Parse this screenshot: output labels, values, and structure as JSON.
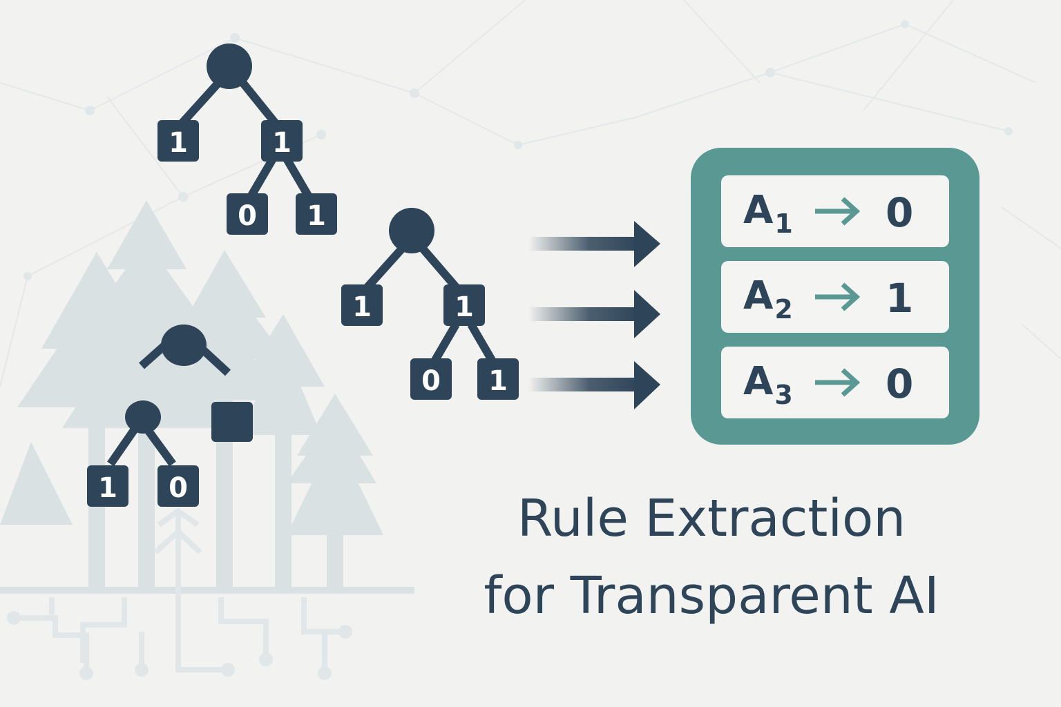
{
  "title": {
    "line1": "Rule Extraction",
    "line2": "for Transparent AI"
  },
  "colors": {
    "node": "#2e4458",
    "panel": "#5a9993",
    "arrow_accent": "#5a9993",
    "background": "#f2f2f0",
    "tree_silhouette": "#d7dee1"
  },
  "trees": [
    {
      "name": "top-tree",
      "root": "circle",
      "leaves": [
        "1",
        "1",
        "0",
        "1"
      ]
    },
    {
      "name": "middle-tree",
      "root": "circle",
      "leaves": [
        "1",
        "1",
        "0",
        "1"
      ]
    },
    {
      "name": "bottom-tree",
      "root": "circle",
      "leaves": [
        "1",
        "0",
        ""
      ]
    }
  ],
  "rules": [
    {
      "antecedent": "A",
      "subscript": "1",
      "consequent": "0"
    },
    {
      "antecedent": "A",
      "subscript": "2",
      "consequent": "1"
    },
    {
      "antecedent": "A",
      "subscript": "3",
      "consequent": "0"
    }
  ],
  "icons": {
    "flow_arrow": "right-arrow-icon",
    "rule_arrow": "implies-arrow-icon"
  }
}
